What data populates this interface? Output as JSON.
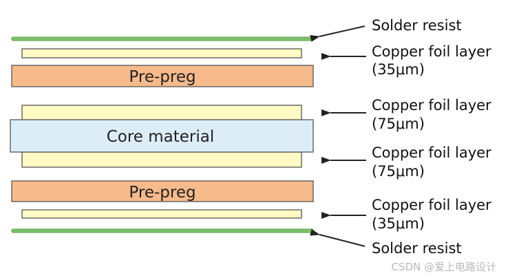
{
  "colors": {
    "solder_resist": "#7cc16b",
    "solder_resist_stroke": "#5a9e4b",
    "copper": "#fdfac3",
    "copper_stroke": "#555555",
    "prepreg": "#f7ba8a",
    "core": "#dcedf7",
    "outline": "#555555",
    "arrow": "#222222"
  },
  "layers": {
    "prepreg_top": "Pre-preg",
    "core": "Core material",
    "prepreg_bottom": "Pre-preg"
  },
  "labels": {
    "solder_top": "Solder resist",
    "copper1_line1": "Copper foil layer",
    "copper1_line2": "(35μm)",
    "copper2_line1": "Copper foil layer",
    "copper2_line2": "(75μm)",
    "copper3_line1": "Copper foil layer",
    "copper3_line2": "(75μm)",
    "copper4_line1": "Copper foil layer",
    "copper4_line2": "(35μm)",
    "solder_bottom": "Solder resist"
  },
  "watermark": "CSDN @爱上电路设计"
}
